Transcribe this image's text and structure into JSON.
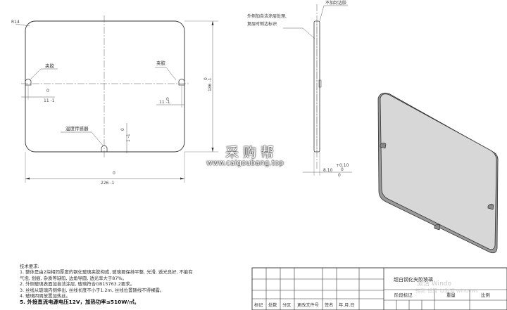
{
  "labels": {
    "corner_radius": "R14",
    "clip_left": "夹胶",
    "clip_right": "夹胶",
    "temp_sensor": "温度传感器",
    "edge_note_line1": "外侧加自洁涂层处理,",
    "edge_note_line2": "复层时侧边标识",
    "edge_note_right": "不加封边胶"
  },
  "dimensions": {
    "width_value": "0",
    "width_tol": "226 -1",
    "height_value": "0",
    "height_tol": "186 -1",
    "left_clip_v": "0",
    "left_clip_tol": "11 -1",
    "right_clip_v": "0",
    "right_clip_tol": "11 -1",
    "sensor_v": "0",
    "sensor_tol": "1 -1",
    "thick_plus": "+0.10",
    "thick_zero": "0",
    "thick_val": "8.10",
    "thick_tol": "0"
  },
  "watermark": {
    "chinese": "采购帮",
    "url": "www.caigoubang.top"
  },
  "notes": {
    "title": "技术要求:",
    "lines": [
      "1. 整体是由2块相同厚度的钢化玻璃夹胶构成, 玻璃要保持平整, 光滑, 透光良好, 不能有",
      "气泡, 划痕, 杂质等缺陷, 边角导圆, 透光率大于87%。",
      "2. 外侧玻璃表面加自洁涂层, 玻璃符合GB15763.2要求。",
      "3. 丝线从玻璃内侧伸出, 丝线长度不小于1.2m, 丝线位置随线不得裸露。",
      "4. 玻璃四周放置加热丝。"
    ],
    "power": "5. 外接直流电源电压12V，加热功率≤510W/㎡。"
  },
  "title_block": {
    "part_name": "超白钢化夹胶玻璃",
    "headers": [
      "标记",
      "处数",
      "分区",
      "更改文件号",
      "签名",
      "年.月.日"
    ],
    "stage_label": "阶段标记",
    "weight_label": "重量",
    "scale_label": "比例"
  },
  "os_watermark": {
    "line1": "激活 Windo",
    "line2": "转到\"设置\"以激活 Windows"
  }
}
